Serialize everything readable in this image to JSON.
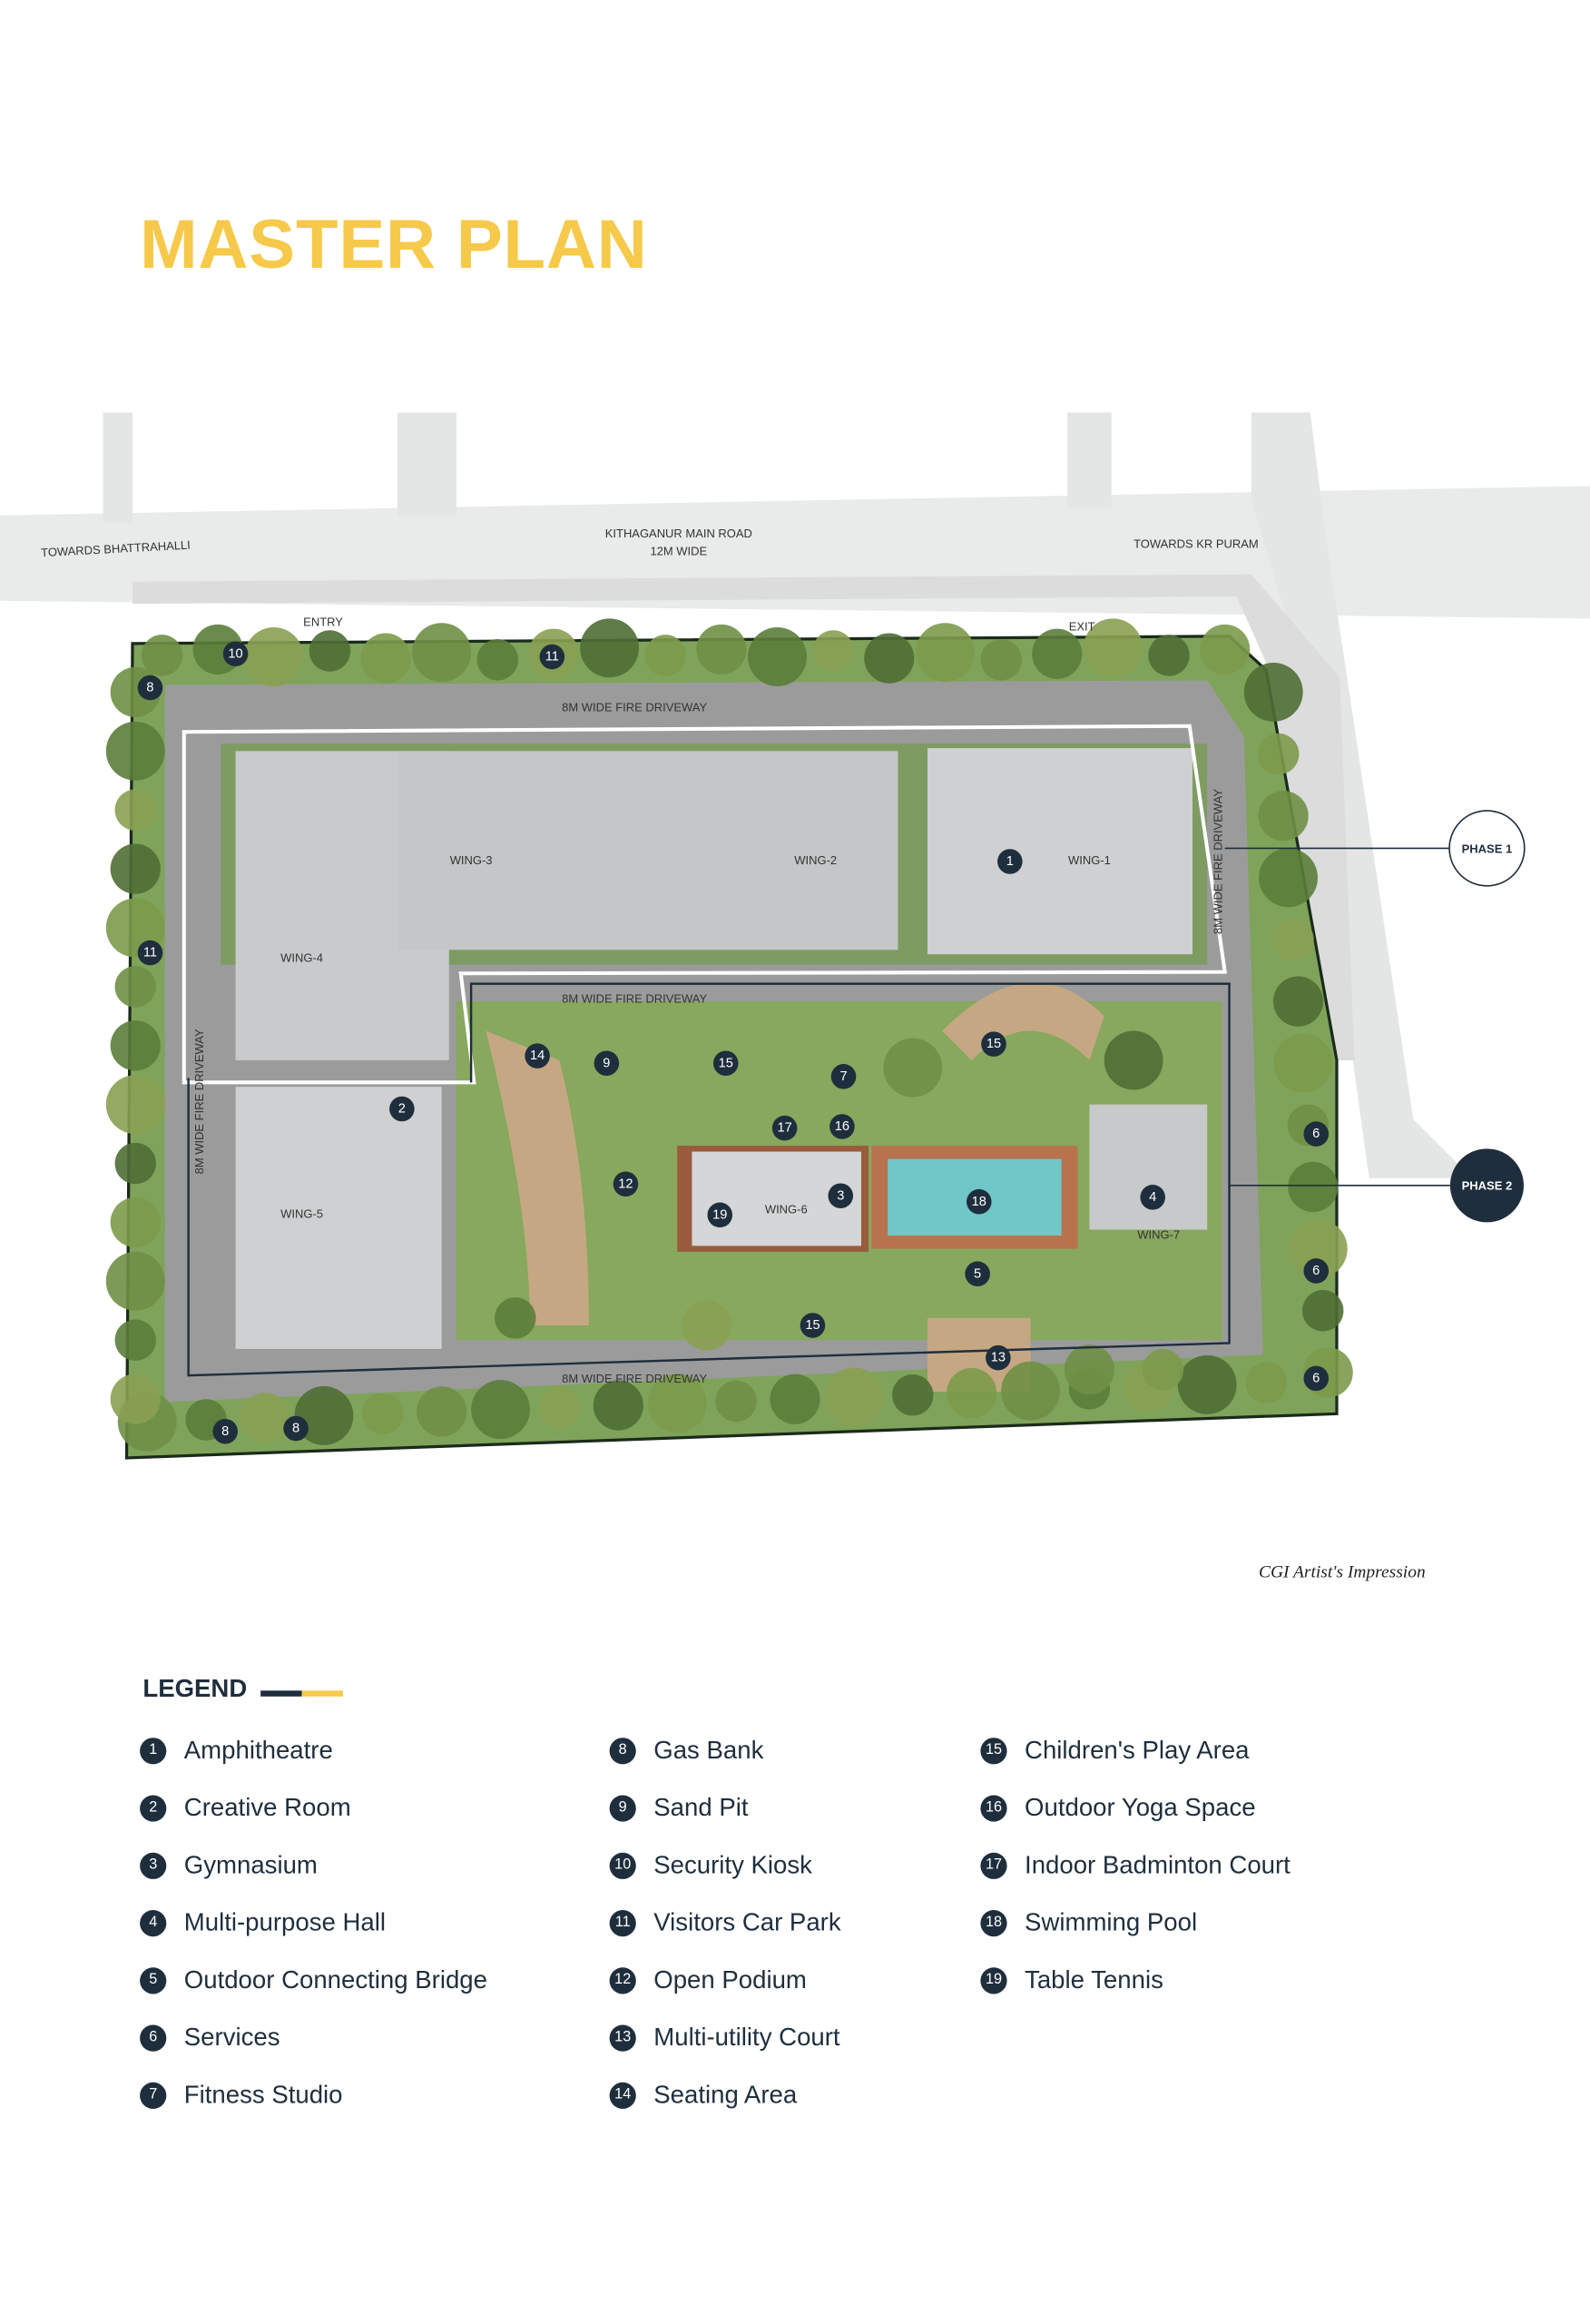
{
  "title": "MASTER PLAN",
  "map": {
    "road_name": "KITHAGANUR MAIN ROAD",
    "road_width": "12M WIDE",
    "towards_left": "TOWARDS BHATTRAHALLI",
    "towards_right": "TOWARDS KR PURAM",
    "entry": "ENTRY",
    "exit": "EXIT",
    "driveway": "8M WIDE FIRE DRIVEWAY",
    "wings": [
      "WING-1",
      "WING-2",
      "WING-3",
      "WING-4",
      "WING-5",
      "WING-6",
      "WING-7"
    ],
    "phase1": "PHASE 1",
    "phase2": "PHASE 2",
    "markers": [
      "10",
      "11",
      "8",
      "1",
      "11",
      "14",
      "9",
      "15",
      "7",
      "15",
      "2",
      "17",
      "16",
      "6",
      "12",
      "3",
      "19",
      "18",
      "4",
      "6",
      "5",
      "15",
      "13",
      "6",
      "8",
      "8"
    ]
  },
  "caption": "CGI Artist's Impression",
  "legend": {
    "title": "LEGEND",
    "colors": {
      "dark": "#1f2e3d",
      "accent": "#f6c94a"
    },
    "items": [
      {
        "num": "1",
        "label": "Amphitheatre"
      },
      {
        "num": "2",
        "label": "Creative Room"
      },
      {
        "num": "3",
        "label": "Gymnasium"
      },
      {
        "num": "4",
        "label": "Multi-purpose Hall"
      },
      {
        "num": "5",
        "label": "Outdoor Connecting Bridge"
      },
      {
        "num": "6",
        "label": "Services"
      },
      {
        "num": "7",
        "label": "Fitness Studio"
      },
      {
        "num": "8",
        "label": "Gas Bank"
      },
      {
        "num": "9",
        "label": "Sand Pit"
      },
      {
        "num": "10",
        "label": "Security Kiosk"
      },
      {
        "num": "11",
        "label": "Visitors Car Park"
      },
      {
        "num": "12",
        "label": "Open Podium"
      },
      {
        "num": "13",
        "label": "Multi-utility Court"
      },
      {
        "num": "14",
        "label": "Seating Area"
      },
      {
        "num": "15",
        "label": "Children's Play Area"
      },
      {
        "num": "16",
        "label": "Outdoor Yoga Space"
      },
      {
        "num": "17",
        "label": "Indoor Badminton Court"
      },
      {
        "num": "18",
        "label": "Swimming Pool"
      },
      {
        "num": "19",
        "label": "Table Tennis"
      }
    ]
  }
}
